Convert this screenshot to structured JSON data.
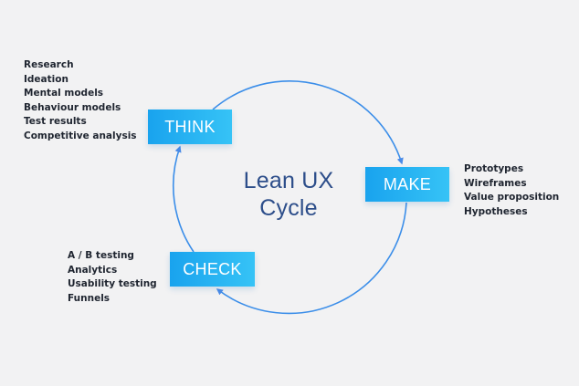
{
  "diagram": {
    "title_lines": [
      "Lean UX",
      "Cycle"
    ],
    "stages": {
      "think": {
        "label": "THINK",
        "items": [
          "Research",
          "Ideation",
          "Mental models",
          "Behaviour models",
          "Test results",
          "Competitive analysis"
        ]
      },
      "make": {
        "label": "MAKE",
        "items": [
          "Prototypes",
          "Wireframes",
          "Value proposition",
          "Hypotheses"
        ]
      },
      "check": {
        "label": "CHECK",
        "items": [
          "A / B testing",
          "Analytics",
          "Usability testing",
          "Funnels"
        ]
      }
    },
    "colors": {
      "background": "#f2f2f3",
      "stage_gradient_start": "#19a3ee",
      "stage_gradient_end": "#36c3f6",
      "cycle_line": "#4a8be8",
      "title": "#2d4e8a",
      "list_text": "#1f2530"
    }
  }
}
